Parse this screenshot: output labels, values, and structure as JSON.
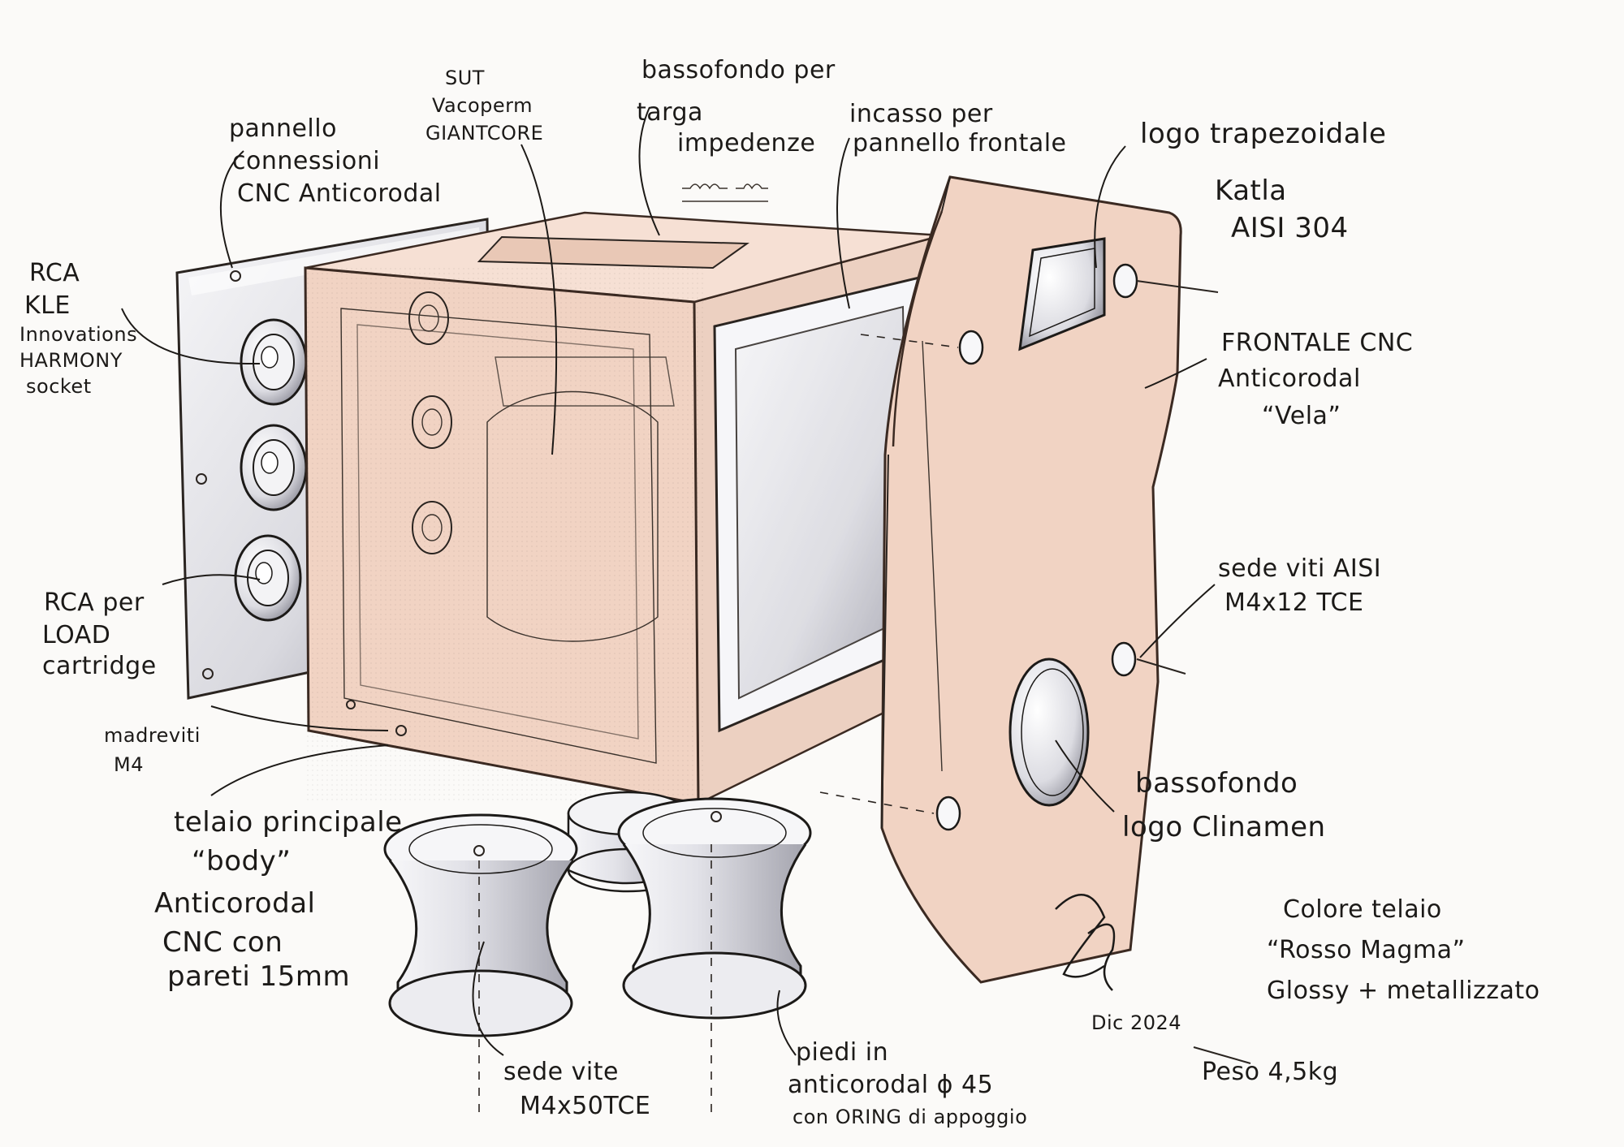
{
  "colors": {
    "frame_fill": "#f1d3c3",
    "frame_edge": "#f6e0d4",
    "frame_stroke": "#3b2a22",
    "panel_fill": "#efeff3",
    "steel_fill": "#f3f3f5",
    "ink": "#1c1a18"
  },
  "labels": {
    "connection_panel": [
      "pannello",
      "connessioni",
      "CNC Anticorodal"
    ],
    "sut": [
      "SUT",
      "Vacoperm",
      "GIANTCORE"
    ],
    "recess_targets": [
      "bassofondo per",
      "targa",
      "impedenze"
    ],
    "front_recess": [
      "incasso per",
      "pannello frontale"
    ],
    "trapezoid_logo": [
      "logo trapezoidale",
      "Katla",
      "AISI 304"
    ],
    "rca_kle": [
      "RCA",
      "KLE",
      "Innovations",
      "HARMONY",
      "socket"
    ],
    "front_cnc": [
      "FRONTALE CNC",
      "Anticorodal",
      "“Vela”"
    ],
    "screw_seats": [
      "sede viti AISI",
      "M4x12 TCE"
    ],
    "rca_load": [
      "RCA per",
      "LOAD",
      "cartridge"
    ],
    "threaded_inserts": [
      "madreviti",
      "M4"
    ],
    "main_frame": [
      "telaio principale",
      "“body”",
      "Anticorodal",
      "CNC con",
      "pareti 15mm"
    ],
    "logo_recess": [
      "bassofondo",
      "logo Clinamen"
    ],
    "frame_color": [
      "Colore telaio",
      "“Rosso Magma”",
      "Glossy + metallizzato"
    ],
    "screw_seat_foot": [
      "sede vite",
      "M4x50TCE"
    ],
    "feet": [
      "piedi in",
      "anticorodal ϕ 45",
      "con ORING di appoggio"
    ],
    "date": "Dic 2024",
    "weight": "Peso 4,5kg"
  }
}
